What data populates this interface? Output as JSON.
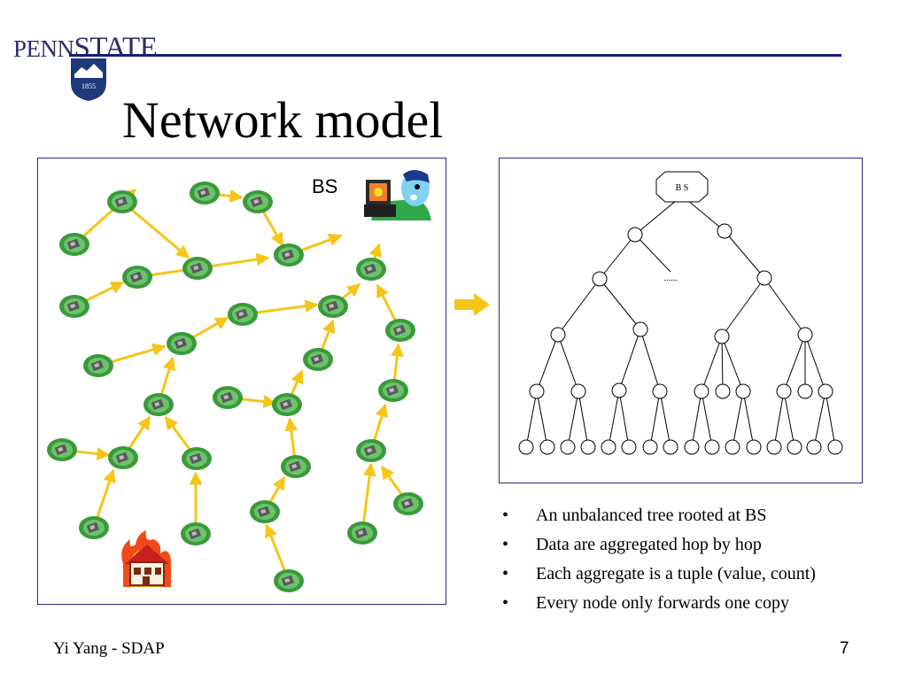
{
  "header": {
    "logo_penn": "PENN",
    "logo_state": "STATE",
    "shield_year": "1855"
  },
  "slide": {
    "title": "Network model",
    "bs_label": "BS",
    "tree_root_label": "B S",
    "tree_ellipsis": "......"
  },
  "bullets": [
    "An unbalanced tree rooted at BS",
    "Data are aggregated hop by hop",
    "Each aggregate is a tuple (value, count)",
    "Every node only forwards one copy"
  ],
  "footer": {
    "author": "Yi Yang - SDAP",
    "page_number": "7"
  },
  "colors": {
    "accent_line": "#1a1a7a",
    "arrow_yellow": "#f5c518",
    "sensor_green": "#3a9a3a"
  },
  "icons": {
    "sensor": "sensor-node-icon",
    "base_station": "computer-user-icon",
    "fire": "burning-house-icon"
  }
}
